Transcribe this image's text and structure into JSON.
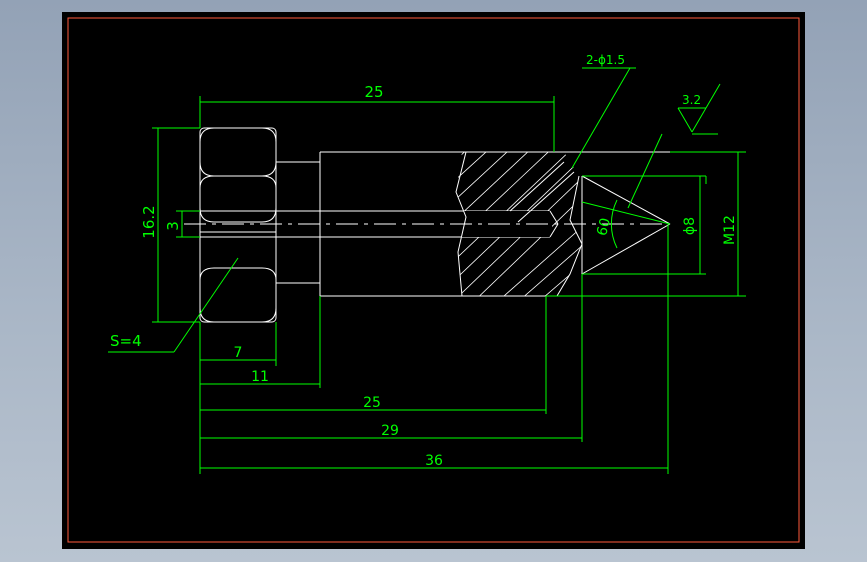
{
  "drawing": {
    "dimensions": {
      "top_length": "25",
      "hex_height": "16.2",
      "bore_diameter": "3",
      "hole_spec": "2-ϕ1.5",
      "roughness": "3.2",
      "cone_angle": "60",
      "tip_diameter": "ϕ8",
      "thread": "M12",
      "across_flats": "S=4",
      "head_length": "7",
      "shank_start": "11",
      "section_end": "25",
      "cone_start": "29",
      "total_length": "36"
    },
    "colors": {
      "frame": "#ff5a3c",
      "dimension": "#00ff00",
      "geometry": "#ffffff",
      "background": "#000000"
    }
  }
}
